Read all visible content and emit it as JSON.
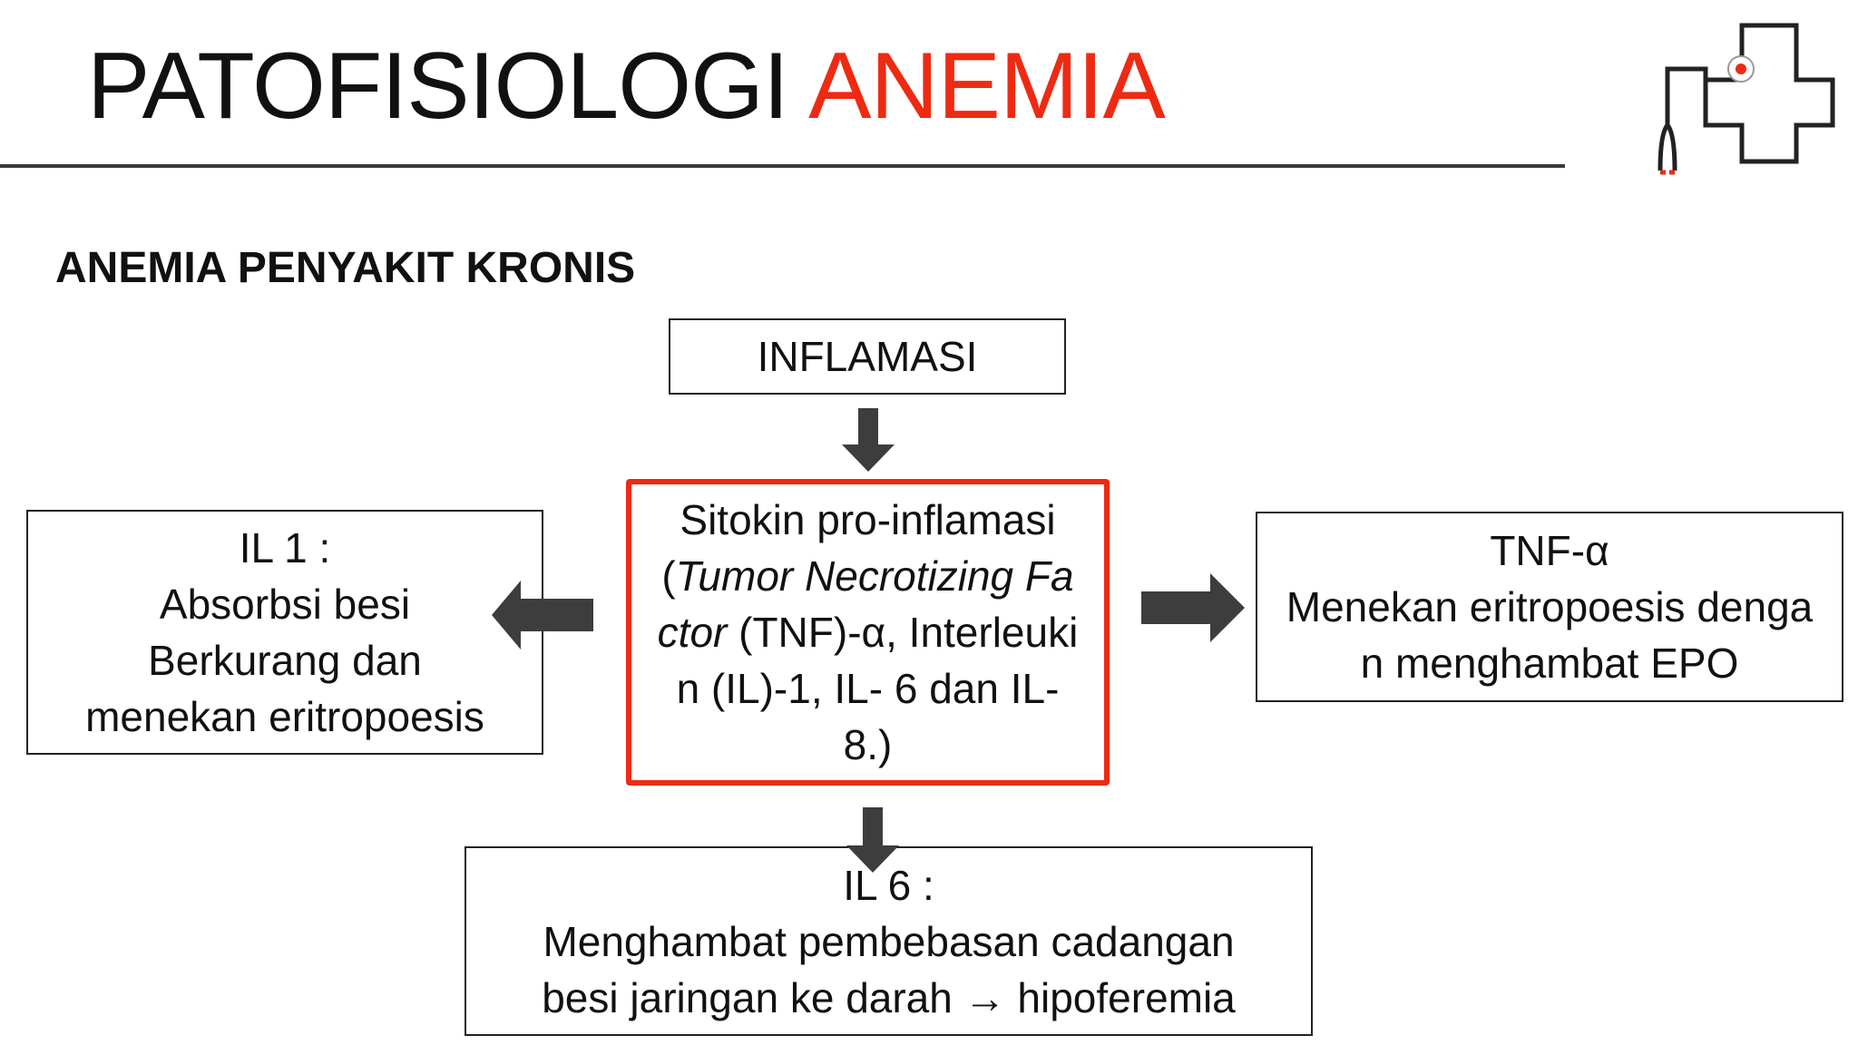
{
  "slide": {
    "title_main": "PATOFISIOLOGI",
    "title_accent": "ANEMIA",
    "subtitle": "ANEMIA PENYAKIT KRONIS"
  },
  "colors": {
    "accent": "#ee2a13",
    "arrow": "#3d3d3d",
    "text": "#111111"
  },
  "logo": {
    "icon": "cross-stethoscope-icon"
  },
  "diagram": {
    "top": {
      "text": "INFLAMASI"
    },
    "center": {
      "line1": "Sitokin pro-inflamasi",
      "paren_open": "(",
      "italic_term": "Tumor Necrotizing Factor",
      "rest": " (TNF)-α, Interleukin (IL)-1, IL- 6 dan IL-8.)"
    },
    "left": {
      "lines": [
        "IL 1 :",
        "Absorbsi besi",
        "Berkurang dan",
        "menekan eritropoesis"
      ]
    },
    "right": {
      "line1": "TNF-α",
      "line2": "Menekan eritropoesis dengan menghambat EPO"
    },
    "bottom": {
      "lines": [
        "IL 6 :",
        "Menghambat pembebasan cadangan",
        "besi jaringan ke darah → hipoferemia"
      ]
    }
  }
}
